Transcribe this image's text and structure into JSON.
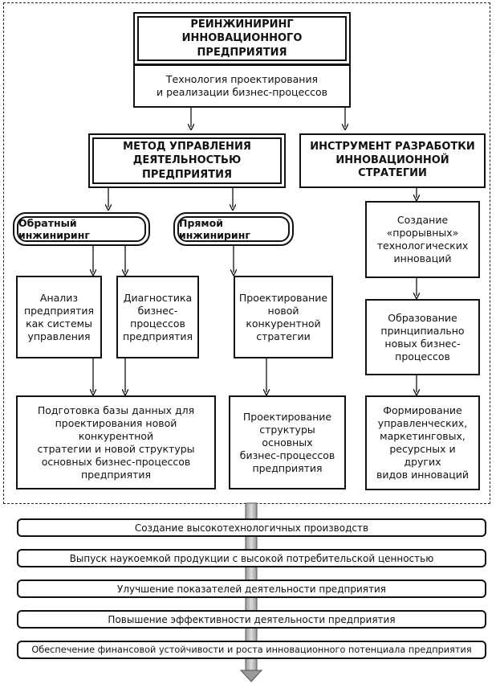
{
  "top": {
    "title_line1": "РЕИНЖИНИРИНГ",
    "title_line2": "ИННОВАЦИОННОГО ПРЕДПРИЯТИЯ",
    "sub_line1": "Технология проектирования",
    "sub_line2": "и реализации бизнес-процессов"
  },
  "method": {
    "line1": "МЕТОД УПРАВЛЕНИЯ",
    "line2": "ДЕЯТЕЛЬНОСТЬЮ ПРЕДПРИЯТИЯ"
  },
  "tool": {
    "line1": "ИНСТРУМЕНТ РАЗРАБОТКИ",
    "line2": "ИННОВАЦИОННОЙ СТРАТЕГИИ"
  },
  "reverse": "Обратный инжиниринг",
  "direct": "Прямой инжиниринг",
  "analysis": [
    "Анализ",
    "предприятия",
    "как системы",
    "управления"
  ],
  "diagnostics": [
    "Диагностика",
    "бизнес-",
    "процессов",
    "предприятия"
  ],
  "strategy": [
    "Проектирование",
    "новой",
    "конкурентной",
    "стратегии"
  ],
  "database": [
    "Подготовка базы данных для",
    "проектирования новой конкурентной",
    "стратегии и новой структуры",
    "основных бизнес-процессов",
    "предприятия"
  ],
  "structure": [
    "Проектирование",
    "структуры основных",
    "бизнес-процессов",
    "предприятия"
  ],
  "breakthrough": [
    "Создание",
    "«прорывных»",
    "технологических",
    "инноваций"
  ],
  "formation": [
    "Образование",
    "принципиально",
    "новых бизнес-",
    "процессов"
  ],
  "innovations": [
    "Формирование",
    "управленческих,",
    "маркетинговых,",
    "ресурсных и других",
    "видов инноваций"
  ],
  "results": [
    "Создание высокотехнологичных производств",
    "Выпуск наукоемкой продукции с высокой потребительской ценностью",
    "Улучшение показателей деятельности предприятия",
    "Повышение эффективности деятельности предприятия",
    "Обеспечение финансовой устойчивости и роста инновационного потенциала предприятия"
  ]
}
